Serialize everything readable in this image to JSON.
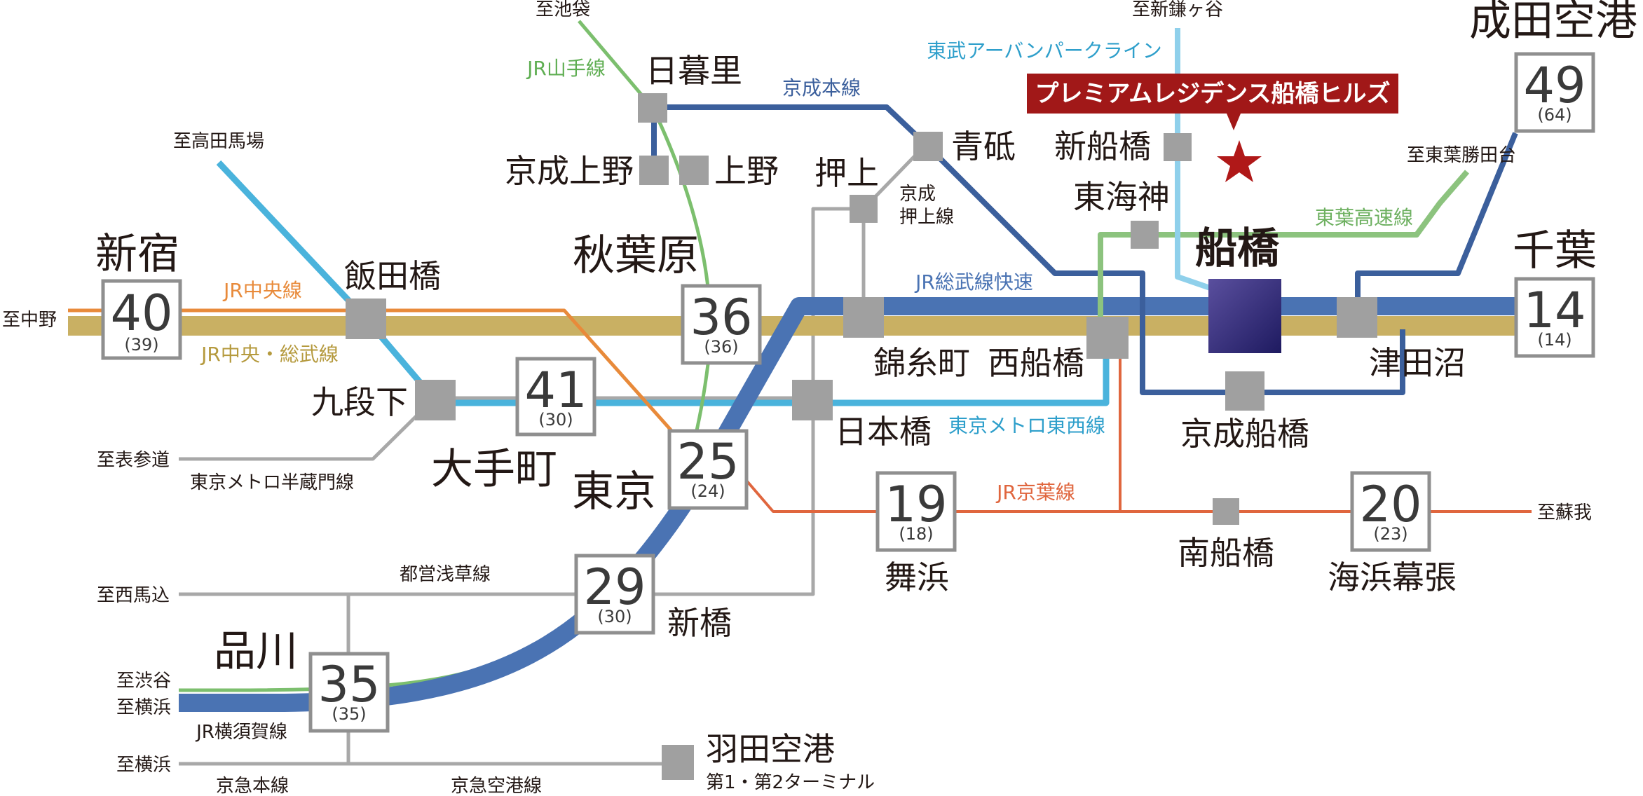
{
  "colors": {
    "chuo_sobu_local": "#c9b063",
    "chuo_rapid": "#e88a3a",
    "sobu_rapid": "#4a73b3",
    "yokosuka": "#4a73b3",
    "yamanote": "#7cbf6e",
    "tozai": "#4ab3dc",
    "keiyo": "#e0663e",
    "keisei": "#3b5f9c",
    "hanzomon": "#a8a8a8",
    "asakusa": "#a8a8a8",
    "toyo_rapid": "#8cc37e",
    "tobu_urban_park": "#8fd0eb",
    "station_square": "#a0a0a0",
    "funabashi_square": "#3b2f80",
    "banner": "#a11818",
    "star": "#b01818",
    "funabashi_text": "#1e2b7a"
  },
  "banner": {
    "text": "プレミアムレジデンス船橋ヒルズ"
  },
  "stations": {
    "funabashi": "船橋",
    "shinjuku": "新宿",
    "iidabashi": "飯田橋",
    "kudanshita": "九段下",
    "otemachi": "大手町",
    "akihabara": "秋葉原",
    "tokyo": "東京",
    "shinbashi": "新橋",
    "shinagawa": "品川",
    "nippori": "日暮里",
    "keisei_ueno": "京成上野",
    "ueno": "上野",
    "oshiage": "押上",
    "keisei_oshiage_line": "京成\n押上線",
    "aoto": "青砥",
    "kinshicho": "錦糸町",
    "nihonbashi": "日本橋",
    "nishi_funabashi": "西船橋",
    "higashi_kaijin": "東海神",
    "shin_funabashi": "新船橋",
    "keisei_funabashi": "京成船橋",
    "tsudanuma": "津田沼",
    "chiba": "千葉",
    "narita_airport": "成田空港",
    "maihama": "舞浜",
    "minami_funabashi": "南船橋",
    "kaihin_makuhari": "海浜幕張",
    "haneda_airport": "羽田空港",
    "haneda_terminals": "第1・第2ターミナル"
  },
  "times": {
    "shinjuku": {
      "main": "40",
      "sub": "(39)"
    },
    "otemachi": {
      "main": "41",
      "sub": "(30)"
    },
    "akihabara": {
      "main": "36",
      "sub": "(36)"
    },
    "tokyo": {
      "main": "25",
      "sub": "(24)"
    },
    "shinbashi": {
      "main": "29",
      "sub": "(30)"
    },
    "shinagawa": {
      "main": "35",
      "sub": "(35)"
    },
    "maihama": {
      "main": "19",
      "sub": "(18)"
    },
    "kaihin_makuhari": {
      "main": "20",
      "sub": "(23)"
    },
    "chiba": {
      "main": "14",
      "sub": "(14)"
    },
    "narita_airport": {
      "main": "49",
      "sub": "(64)"
    }
  },
  "lines": {
    "jr_chuo": "JR中央線",
    "jr_chuo_sobu": "JR中央・総武線",
    "jr_yamanote": "JR山手線",
    "keisei_main": "京成本線",
    "tobu_urban_park": "東武アーバンパークライン",
    "toyo_rapid": "東葉高速線",
    "jr_sobu_rapid": "JR総武線快速",
    "tokyo_metro_tozai": "東京メトロ東西線",
    "tokyo_metro_hanzomon": "東京メトロ半蔵門線",
    "jr_keiyo": "JR京葉線",
    "toei_asakusa": "都営浅草線",
    "jr_yokosuka": "JR横須賀線",
    "keikyu_main": "京急本線",
    "keikyu_airport": "京急空港線"
  },
  "directions": {
    "ikebukuro": "至池袋",
    "shin_kamagaya": "至新鎌ヶ谷",
    "takadanobaba": "至高田馬場",
    "toyo_katsutadai": "至東葉勝田台",
    "nakano": "至中野",
    "omotesando": "至表参道",
    "soga": "至蘇我",
    "nishi_magome": "至西馬込",
    "shibuya": "至渋谷",
    "yokohama_jr": "至横浜",
    "yokohama_keikyu": "至横浜"
  }
}
